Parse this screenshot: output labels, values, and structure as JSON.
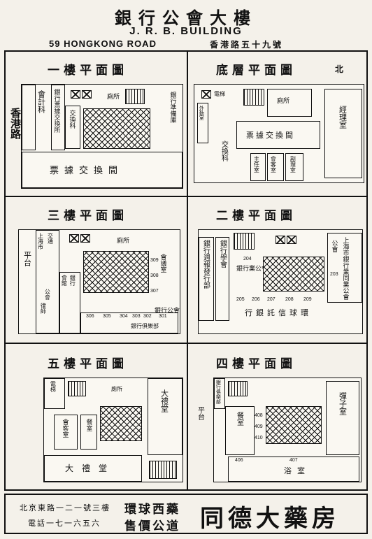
{
  "header": {
    "title_zh": "銀行公會大樓",
    "title_en": "J. R. B. BUILDING",
    "address_en": "59 HONGKONG ROAD",
    "address_zh": "香港路五十九號"
  },
  "floors": {
    "ground": {
      "title": "底層平面圖",
      "north": "北",
      "rooms": [
        "電梯",
        "廁所",
        "外勤室",
        "交換科",
        "票據交換間",
        "主任室",
        "會客室",
        "副理室",
        "經理室"
      ]
    },
    "first": {
      "title": "一樓平面圖",
      "street": "香港路",
      "rooms": [
        "會計科",
        "銀行票據交換所",
        "廁所",
        "交換科",
        "銀行準備庫",
        "票據交換間"
      ]
    },
    "second": {
      "title": "二樓平面圖",
      "rooms": [
        "銀行週報發行部",
        "銀行學會",
        "公會",
        "銀行業公會",
        "上海市銀行業同業公會",
        "行銀託信球環"
      ],
      "numbers": [
        "204",
        "205",
        "206",
        "207",
        "208",
        "209",
        "203"
      ]
    },
    "third": {
      "title": "三樓平面圖",
      "rooms": [
        "平台",
        "上海市",
        "交通",
        "會館",
        "銀行",
        "公會",
        "律師",
        "廁所",
        "會議室",
        "銀行公會",
        "銀行俱樂部"
      ],
      "numbers": [
        "306",
        "305",
        "304",
        "303",
        "302",
        "301",
        "309",
        "308",
        "307"
      ]
    },
    "fourth": {
      "title": "四樓平面圖",
      "rooms": [
        "平台",
        "餐室",
        "浴室",
        "彈子室",
        "銀行俱樂部"
      ],
      "numbers": [
        "406",
        "407",
        "408",
        "409",
        "410"
      ]
    },
    "fifth": {
      "title": "五樓平面圖",
      "rooms": [
        "電梯",
        "廁所",
        "會客室",
        "餐室",
        "大禮堂",
        "大禮堂"
      ]
    }
  },
  "footer": {
    "brand": "同德大藥房",
    "slogan1": "環球西藥",
    "slogan2": "售價公道",
    "address": "北京東路一二一號三樓",
    "tel": "電話一七一六五六"
  }
}
